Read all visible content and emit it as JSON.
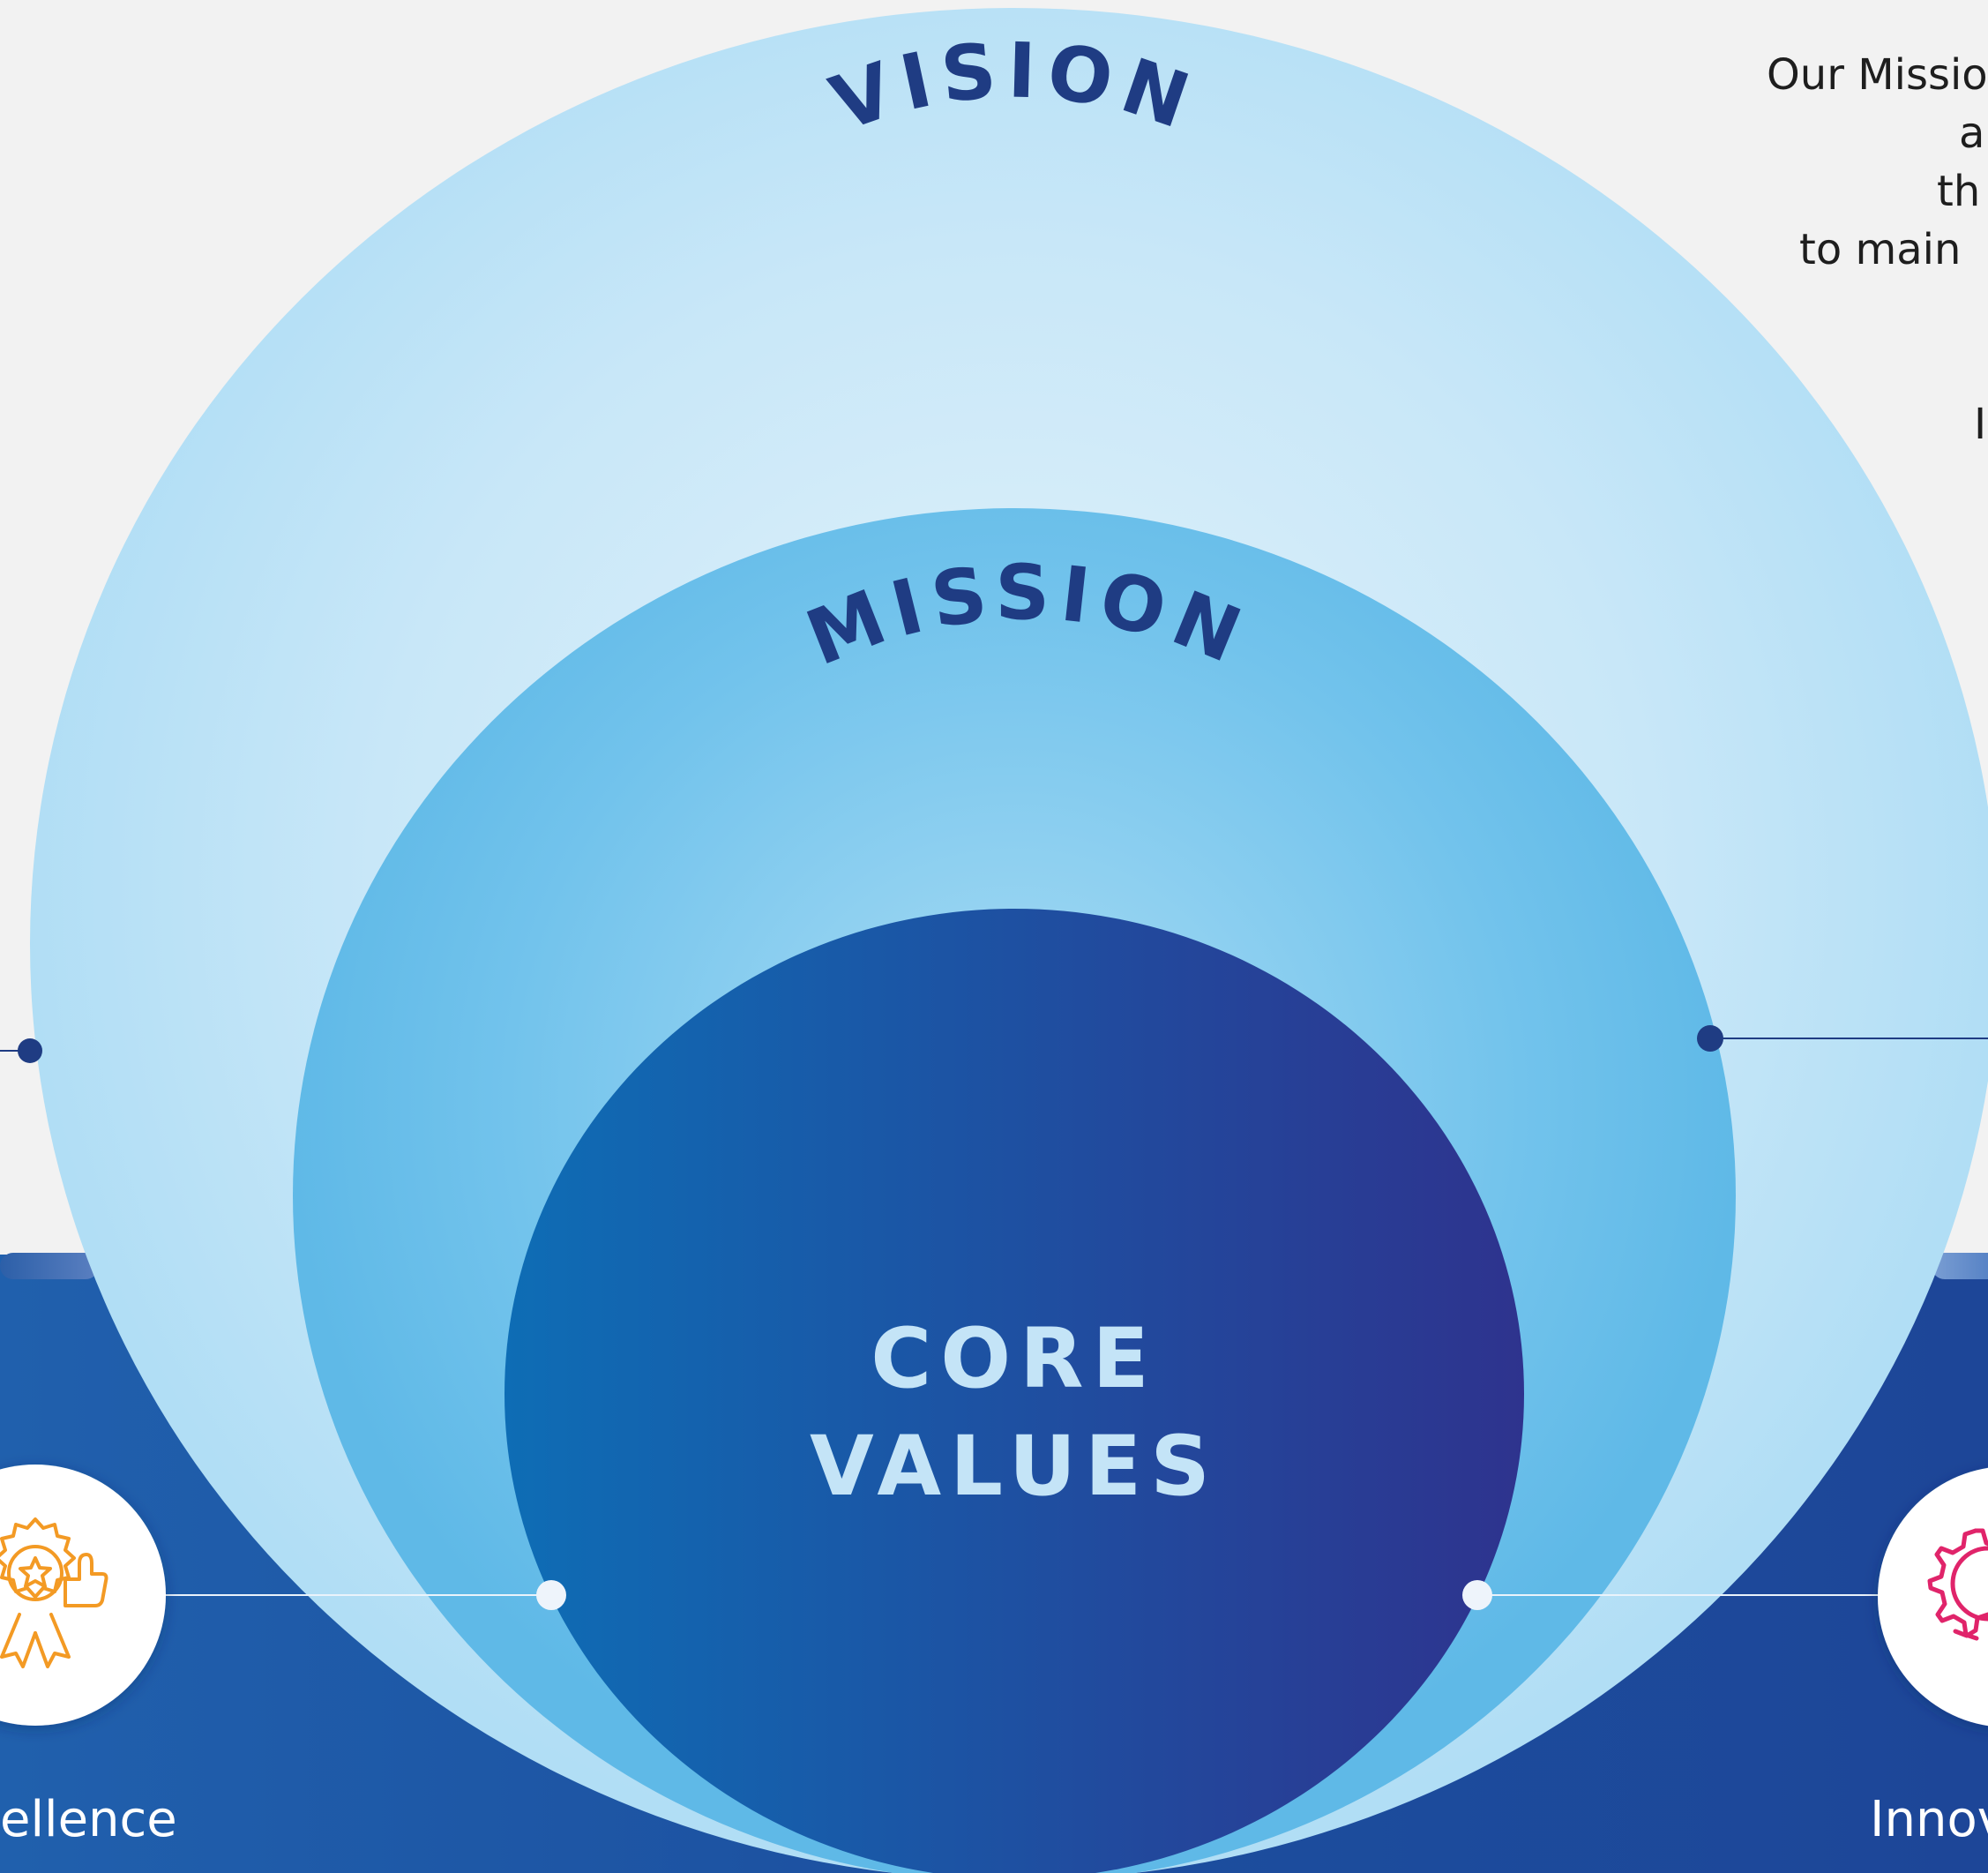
{
  "diagram": {
    "outer_label": "VISION",
    "middle_label": "MISSION",
    "inner_label_line1": "CORE",
    "inner_label_line2": "VALUES"
  },
  "side_text": {
    "mission_lines": [
      "Our Missio",
      "a",
      "th",
      "to main"
    ],
    "extra_line": "I"
  },
  "values": [
    {
      "label": "ellence",
      "icon": "award-badge-icon"
    },
    {
      "label": "Innov",
      "icon": "gear-bulb-icon"
    }
  ],
  "colors": {
    "page_bg": "#f2f2f2",
    "band": "#1f53a0",
    "outer_circle": "#b6e0f6",
    "middle_circle": "#63bbe8",
    "inner_start": "#0e6cb4",
    "inner_end": "#2e3590",
    "label_dark": "#1f3c83",
    "label_light": "#c4e4f7",
    "award_icon": "#f39a24",
    "gear_icon": "#e0246a"
  }
}
